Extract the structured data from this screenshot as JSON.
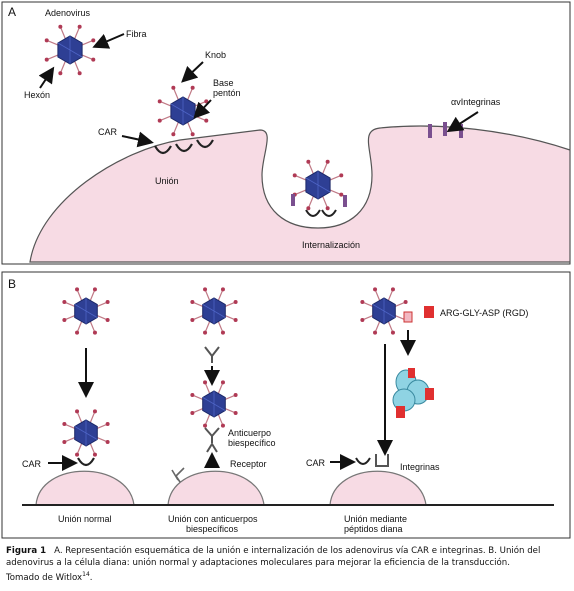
{
  "panel_a": {
    "letter": "A",
    "labels": {
      "adenovirus": "Adenovirus",
      "fibra": "Fibra",
      "hexon": "Hexón",
      "knob": "Knob",
      "base": "Base",
      "penton": "pentón",
      "car": "CAR",
      "integrinas": "αvIntegrinas",
      "union": "Unión",
      "internalizacion": "Internalización"
    }
  },
  "panel_b": {
    "letter": "B",
    "rgd_label": "ARG-GLY-ASP (RGD)",
    "car_left": "CAR",
    "car_right": "CAR",
    "anticuerpo_1": "Anticuerpo",
    "anticuerpo_2": "biespecífico",
    "receptor": "Receptor",
    "integrinas": "Integrinas",
    "union_normal": "Unión normal",
    "union_anticuerpos_1": "Unión con anticuerpos",
    "union_anticuerpos_2": "biespecíficos",
    "union_peptidos_1": "Unión mediante",
    "union_peptidos_2": "péptidos diana"
  },
  "caption": {
    "label": "Figura 1",
    "line1": "A. Representación esquemática de la unión e internalización de los adenovirus vía CAR e integrinas. B. Unión del adenovirus a la célula diana: unión normal y adaptaciones moleculares para mejorar la eficiencia de la transducción.",
    "line2_prefix": "Tomado de Witlox",
    "line2_sup": "14",
    "line2_suffix": "."
  },
  "colors": {
    "virus": "#2e3f94",
    "fiber": "#c07a86",
    "cell": "#f7dbe4",
    "cell_stroke": "#555555",
    "integrin": "#7a4f8f",
    "rgd": "#e03030",
    "rgd_light": "#f2b8c2",
    "receptor": "#8fd3e3"
  }
}
